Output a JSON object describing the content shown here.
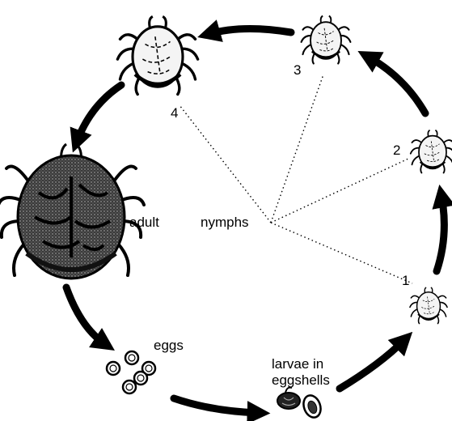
{
  "labels": {
    "adult": "adult",
    "nymphs": "nymphs",
    "eggs": "eggs",
    "larvae_line1": "larvae in",
    "larvae_line2": "eggshells",
    "stage_1": "1",
    "stage_2": "2",
    "stage_3": "3",
    "stage_4": "4"
  },
  "colors": {
    "ink": "#000000",
    "paper": "#ffffff",
    "body_fill": "#f4f4f4",
    "adult_fill": "#2a2a2a"
  },
  "icons": [
    "nymph-tick-icon",
    "adult-tick-icon",
    "egg-icon",
    "larva-icon",
    "arrow-icon"
  ]
}
